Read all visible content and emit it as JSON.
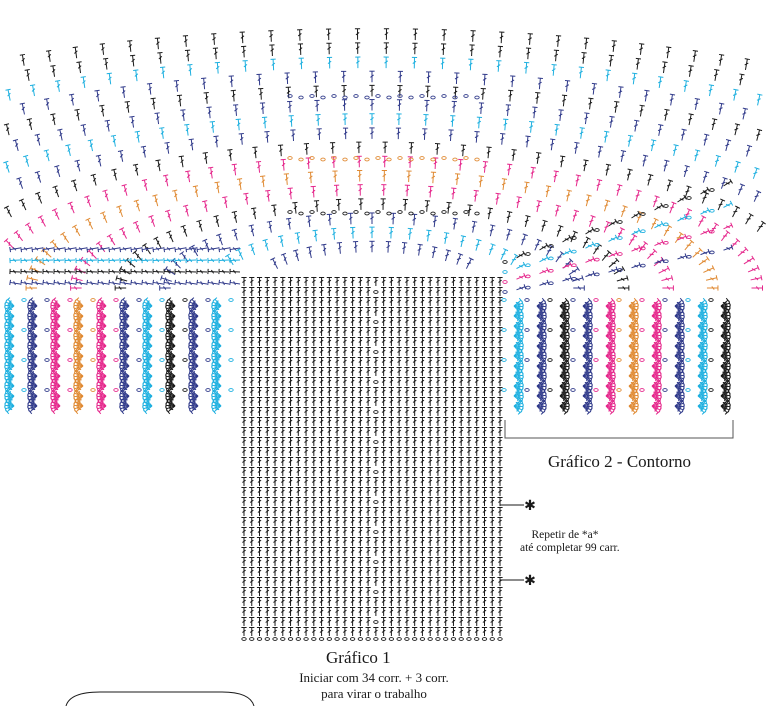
{
  "colors": {
    "black": "#1a1a1a",
    "navy": "#303a8a",
    "cyan": "#1eb0e0",
    "magenta": "#e5288c",
    "orange": "#e08a33",
    "paper": "#ffffff"
  },
  "round_colors_yoke": [
    "navy",
    "cyan",
    "navy",
    "black",
    "magenta",
    "orange",
    "magenta",
    "black",
    "navy",
    "cyan",
    "navy",
    "black",
    "navy",
    "cyan",
    "black",
    "black"
  ],
  "round_colors_left_fans": [
    "cyan",
    "navy",
    "magenta",
    "orange",
    "magenta",
    "navy",
    "cyan",
    "black",
    "navy",
    "cyan"
  ],
  "round_colors_right_fans": [
    "cyan",
    "navy",
    "black",
    "navy",
    "magenta",
    "orange",
    "magenta",
    "navy",
    "cyan",
    "black"
  ],
  "labels": {
    "grafico2": "Gráfico 2 - Contorno",
    "grafico1": "Gráfico 1",
    "repeat_line1": "Repetir de *a*",
    "repeat_line2": "até completar 99 carr.",
    "start_line1": "Iniciar com 34 corr. + 3 corr.",
    "start_line2": "para virar o trabalho"
  },
  "markers": {
    "asterisk": "✱"
  }
}
